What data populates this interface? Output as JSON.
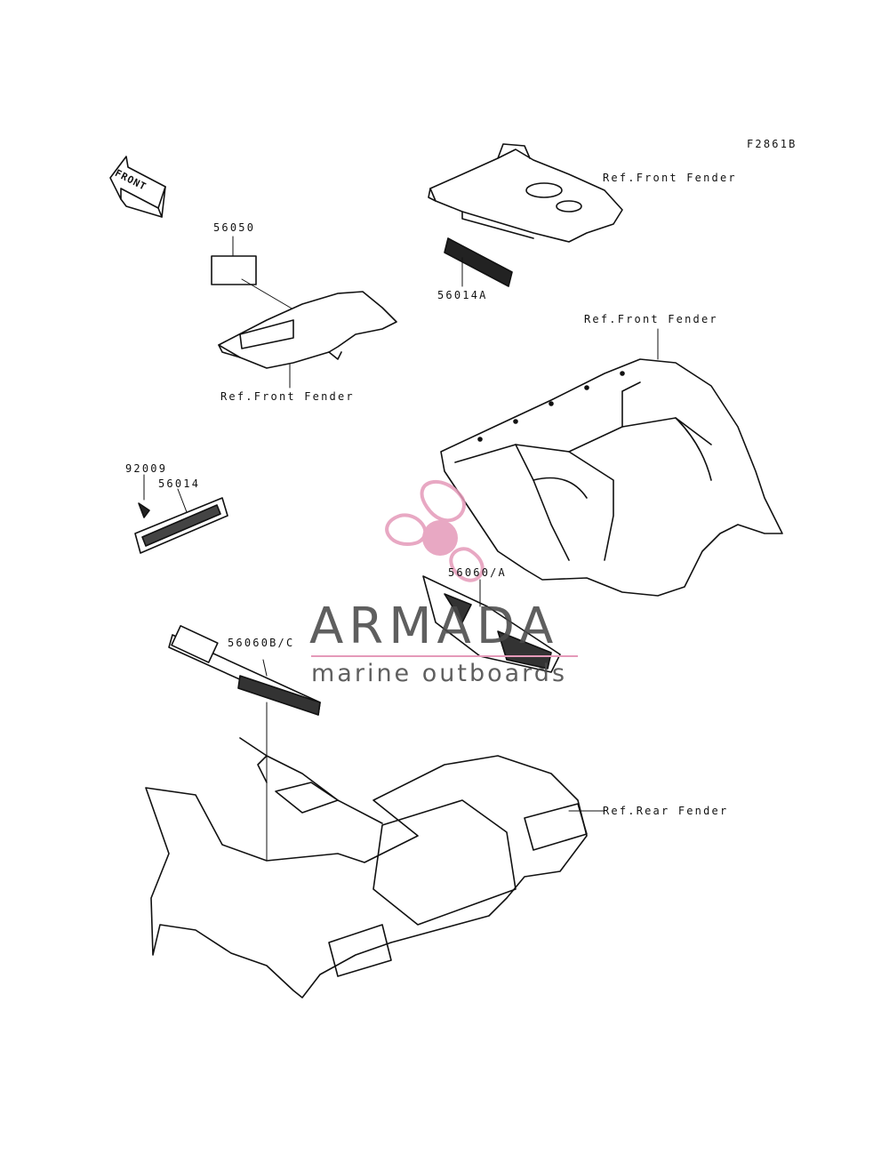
{
  "figure_code": "F2861B",
  "direction_label": "FRONT",
  "labels": {
    "ref_front_fender_top": "Ref.Front Fender",
    "part_56014A": "56014A",
    "part_56050": "56050",
    "ref_front_fender_left": "Ref.Front Fender",
    "ref_front_fender_mid": "Ref.Front Fender",
    "part_92009": "92009",
    "part_56014": "56014",
    "part_56060A": "56060/A",
    "part_56060BC": "56060B/C",
    "ref_rear_fender": "Ref.Rear Fender"
  },
  "watermark": {
    "brand": "ARMADA",
    "tagline": "marine outboards",
    "accent_color": "#e59ab9",
    "text_color": "#4a4a4a"
  }
}
